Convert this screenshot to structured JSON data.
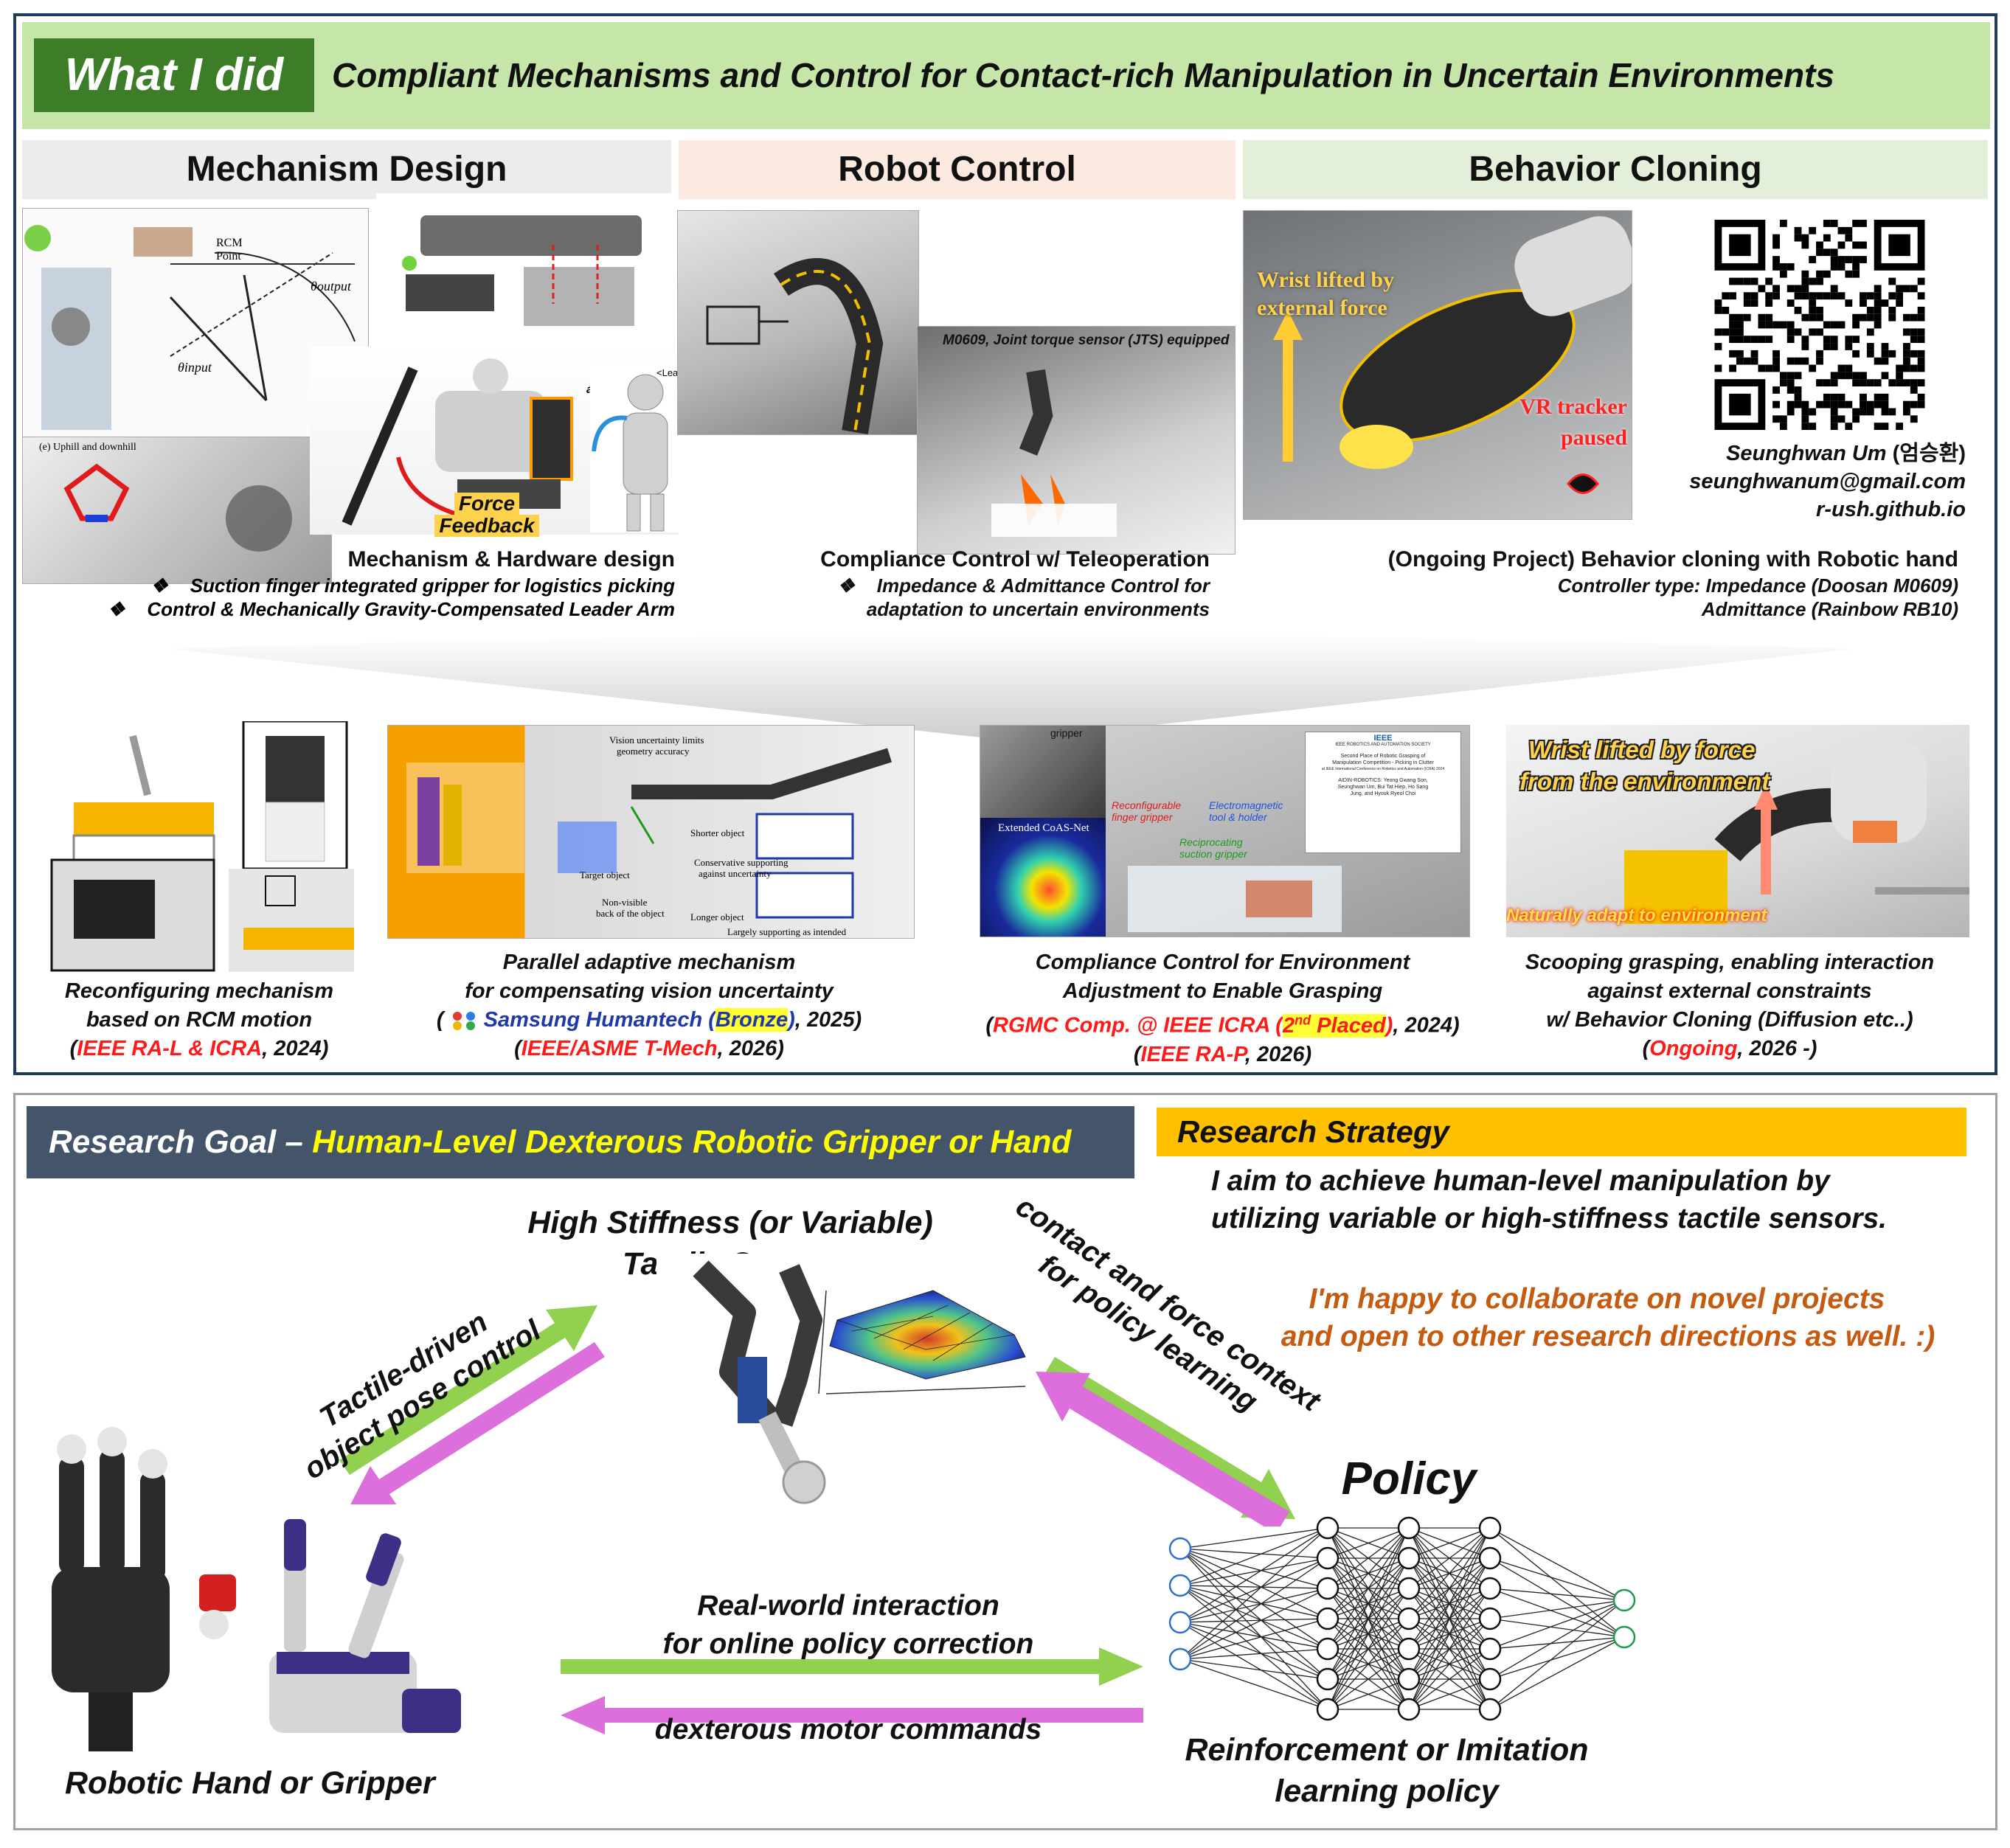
{
  "top": {
    "badge": "What I did",
    "title": "Compliant Mechanisms and Control for Contact-rich Manipulation in Uncertain Environments",
    "columns": [
      {
        "header": "Mechanism Design"
      },
      {
        "header": "Robot Control"
      },
      {
        "header": "Behavior Cloning"
      }
    ],
    "mech": {
      "img_labels": {
        "rcm_point": "RCM",
        "rcm_point2": "Point",
        "theta_output": "θoutput",
        "theta_input": "θinput",
        "uphill": "(e) Uphill and downhill",
        "leader": "<Leader>",
        "ation": "ation"
      },
      "force_feedback_1": "Force",
      "force_feedback_2": "Feedback",
      "caption": "Mechanism & Hardware design",
      "bullet": "❖",
      "bullets": [
        "Suction finger integrated gripper for logistics picking",
        "Control & Mechanically Gravity-Compensated Leader Arm"
      ]
    },
    "ctrl": {
      "img_label": "M0609, Joint torque sensor (JTS) equipped",
      "caption": "Compliance Control w/ Teleoperation",
      "bullet": "❖",
      "line1": "Impedance & Admittance Control for",
      "line2": "adaptation to uncertain environments"
    },
    "bc": {
      "img_label_1": "Wrist lifted by",
      "img_label_2": "external force",
      "vr_1": "VR tracker",
      "vr_2": "paused",
      "name_en": "Seunghwan Um",
      "name_ko": "(엄승환)",
      "email": "seunghwanum@gmail.com",
      "site": "r-ush.github.io",
      "caption": "(Ongoing Project) Behavior cloning with Robotic hand",
      "line1": "Controller type: Impedance (Doosan M0609)",
      "line2": "Admittance (Rainbow RB10)"
    },
    "projects": [
      {
        "l1": "Reconfiguring mechanism",
        "l2": "based on RCM motion",
        "pub_red": "IEEE RA-L & ICRA",
        "pub_rest": ", 2024)",
        "pub_open": "("
      },
      {
        "l1": "Parallel adaptive mechanism",
        "l2": "for compensating vision uncertainty",
        "award_open": "(",
        "award_blue": "Samsung Humantech (",
        "award_hl": "Bronze",
        "award_blue2": ")",
        "award_rest": ", 2025)",
        "pub_open": "(",
        "pub_red": "IEEE/ASME T-Mech",
        "pub_rest": ", 2026)",
        "img_labels": {
          "vision": "Vision uncertainty limits",
          "vision2": "geometry accuracy",
          "shorter": "Shorter object",
          "conservative": "Conservative supporting",
          "conservative2": "against uncertainty",
          "target": "Target object",
          "nonvisible": "Non-visible",
          "nonvisible2": "back of the object",
          "longer": "Longer object",
          "largely": "Largely supporting as intended"
        }
      },
      {
        "l1": "Compliance Control for Environment",
        "l2": "Adjustment to Enable Grasping",
        "comp_red": "RGMC Comp. @ IEEE ICRA (",
        "comp_hl_a": "2",
        "comp_hl_sup": "nd",
        "comp_hl_b": " Placed",
        "comp_red2": ")",
        "comp_rest": ", 2024)",
        "pub_open": "(",
        "pub_red": "IEEE RA-P",
        "pub_rest": ", 2026)",
        "img_labels": {
          "coas": "Extended CoAS-Net",
          "reconf": "Reconfigurable",
          "reconf2": "finger gripper",
          "elec": "Electromagnetic",
          "elec2": "tool & holder",
          "recip": "Reciprocating",
          "recip2": "suction gripper",
          "gripper": "gripper",
          "cert_head": "IEEE ROBOTICS AND AUTOMATION SOCIETY",
          "cert_1": "Second Place of Robotic Grasping of",
          "cert_2": "Manipulation Competition - Picking in Clutter",
          "cert_3": "at IEEE International Conference on Robotics and Automation (ICRA) 2024",
          "cert_4": "AIDIN-ROBOTICS: Yeong Gwang Son,",
          "cert_5": "Seunghwan Um, Bui Tat Hiep, Ho Sang",
          "cert_6": "Jung, and Hyouk Ryeol Choi",
          "ieee": "IEEE"
        }
      },
      {
        "l1": "Scooping grasping, enabling interaction",
        "l2": "against external constraints",
        "l3": "w/ Behavior Cloning (Diffusion etc..)",
        "pub_open": "(",
        "pub_red": "Ongoing",
        "pub_rest": ", 2026 -)",
        "img_1": "Wrist lifted by force",
        "img_2": "from the environment",
        "img_3": "Naturally adapt to environment"
      }
    ]
  },
  "bottom": {
    "goal_prefix": "Research Goal – ",
    "goal_highlight": "Human-Level Dexterous Robotic Gripper or Hand",
    "strategy_header": "Research Strategy",
    "strategy_1": "I aim to achieve human-level manipulation by",
    "strategy_2": "utilizing variable or high-stiffness tactile sensors.",
    "collab_1": "I'm happy to collaborate on novel projects",
    "collab_2": "and open to other research directions as well. :)",
    "sensor_1": "High Stiffness (or Variable)",
    "sensor_2": "Tactile Sensor",
    "tactile_1": "Tactile-driven",
    "tactile_2": "object pose control",
    "context_1": "contact and force context",
    "context_2": "for policy learning",
    "policy": "Policy",
    "rl_1": "Reinforcement or Imitation",
    "rl_2": "learning policy",
    "realworld_1": "Real-world interaction",
    "realworld_2": "for online policy correction",
    "motor": "dexterous motor commands",
    "hand": "Robotic Hand or Gripper"
  },
  "colors": {
    "frame": "#1f3a5a",
    "banner_bg": "#c6e5a8",
    "badge_bg": "#3d7d27",
    "mech_bg": "#ececec",
    "ctrl_bg": "#fce9e0",
    "bc_bg": "#e3efd9",
    "goal_bg": "#44546a",
    "goal_yellow": "#ffff00",
    "strategy_bg": "#ffc000",
    "collab": "#c55a11",
    "arrow_green": "#92d050",
    "arrow_pink": "#dd6fdc",
    "red": "#ff0000",
    "blue": "#1f3aa8"
  }
}
